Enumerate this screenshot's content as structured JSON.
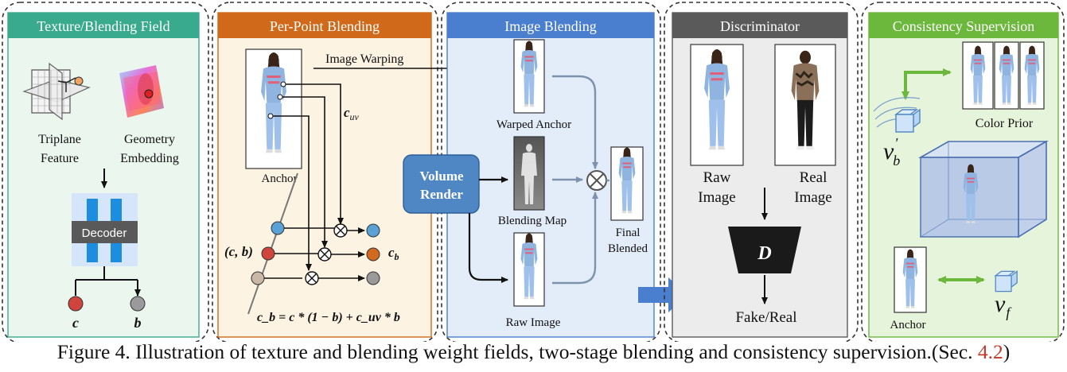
{
  "panels": {
    "texture": {
      "title": "Texture/Blending Field",
      "triplane": "Triplane\nFeature",
      "geometry": "Geometry\nEmbedding",
      "decoder": "Decoder",
      "out_c": "c",
      "out_b": "b"
    },
    "perpoint": {
      "title": "Per-Point Blending",
      "warping": "Image Warping",
      "anchor": "Anchor",
      "cuv": "c",
      "cuv_sub": "uv",
      "cb": "(c, b)",
      "cb_out": "c",
      "cb_out_sub": "b",
      "formula": "c_b = c * (1 − b) + c_uv * b"
    },
    "image": {
      "title": "Image Blending",
      "volume": "Volume\nRender",
      "warped": "Warped Anchor",
      "blendmap": "Blending  Map",
      "raw": "Raw Image",
      "final": "Final\nBlended"
    },
    "disc": {
      "title": "Discriminator",
      "raw": "Raw\nImage",
      "real": "Real\nImage",
      "d": "D",
      "fakereal": "Fake/Real"
    },
    "consist": {
      "title": "Consistency Supervision",
      "color_prior": "Color Prior",
      "vb": "v",
      "vb_sub": "b",
      "vf": "v",
      "vf_sub": "f",
      "anchor": "Anchor"
    }
  },
  "caption": {
    "text": "Figure 4. Illustration of texture and blending weight fields, two-stage blending and consistency supervision.(Sec. ",
    "ref": "4.2",
    "tail": ")"
  },
  "colors": {
    "texture": "#3aaa8f",
    "perpoint": "#d06a1a",
    "image": "#4a7fd0",
    "disc": "#5a5a5a",
    "consist": "#6cb83c",
    "red": "#d0443e",
    "grey": "#9a9a9a",
    "blue": "#5aa2d6"
  }
}
